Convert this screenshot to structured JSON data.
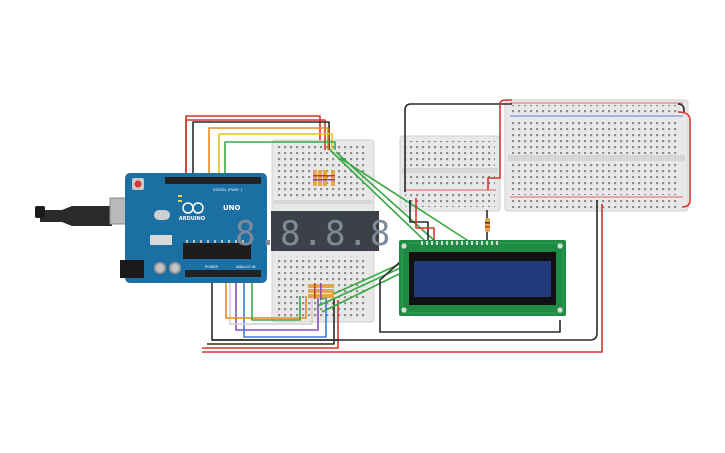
{
  "arduino": {
    "brand": "ARDUINO",
    "model": "UNO",
    "header_label_digital": "DIGITAL (PWM~)",
    "header_label_power": "POWER",
    "header_label_analog": "ANALOG IN"
  },
  "seven_segment": {
    "digits": "8.8.8.8.",
    "segment_color": "#7f8a99",
    "body_color": "#3c4148"
  },
  "lcd": {
    "screen_color": "#1e3a78",
    "pcb_color": "#1f8a43"
  },
  "wire_colors": {
    "red": "#d9342b",
    "black": "#2a2a2a",
    "green": "#3aa845",
    "yellow": "#e8c21c",
    "orange": "#e88a1c",
    "purple": "#8a4fb5",
    "blue": "#3b7bd6",
    "white": "#cfcfcf"
  }
}
